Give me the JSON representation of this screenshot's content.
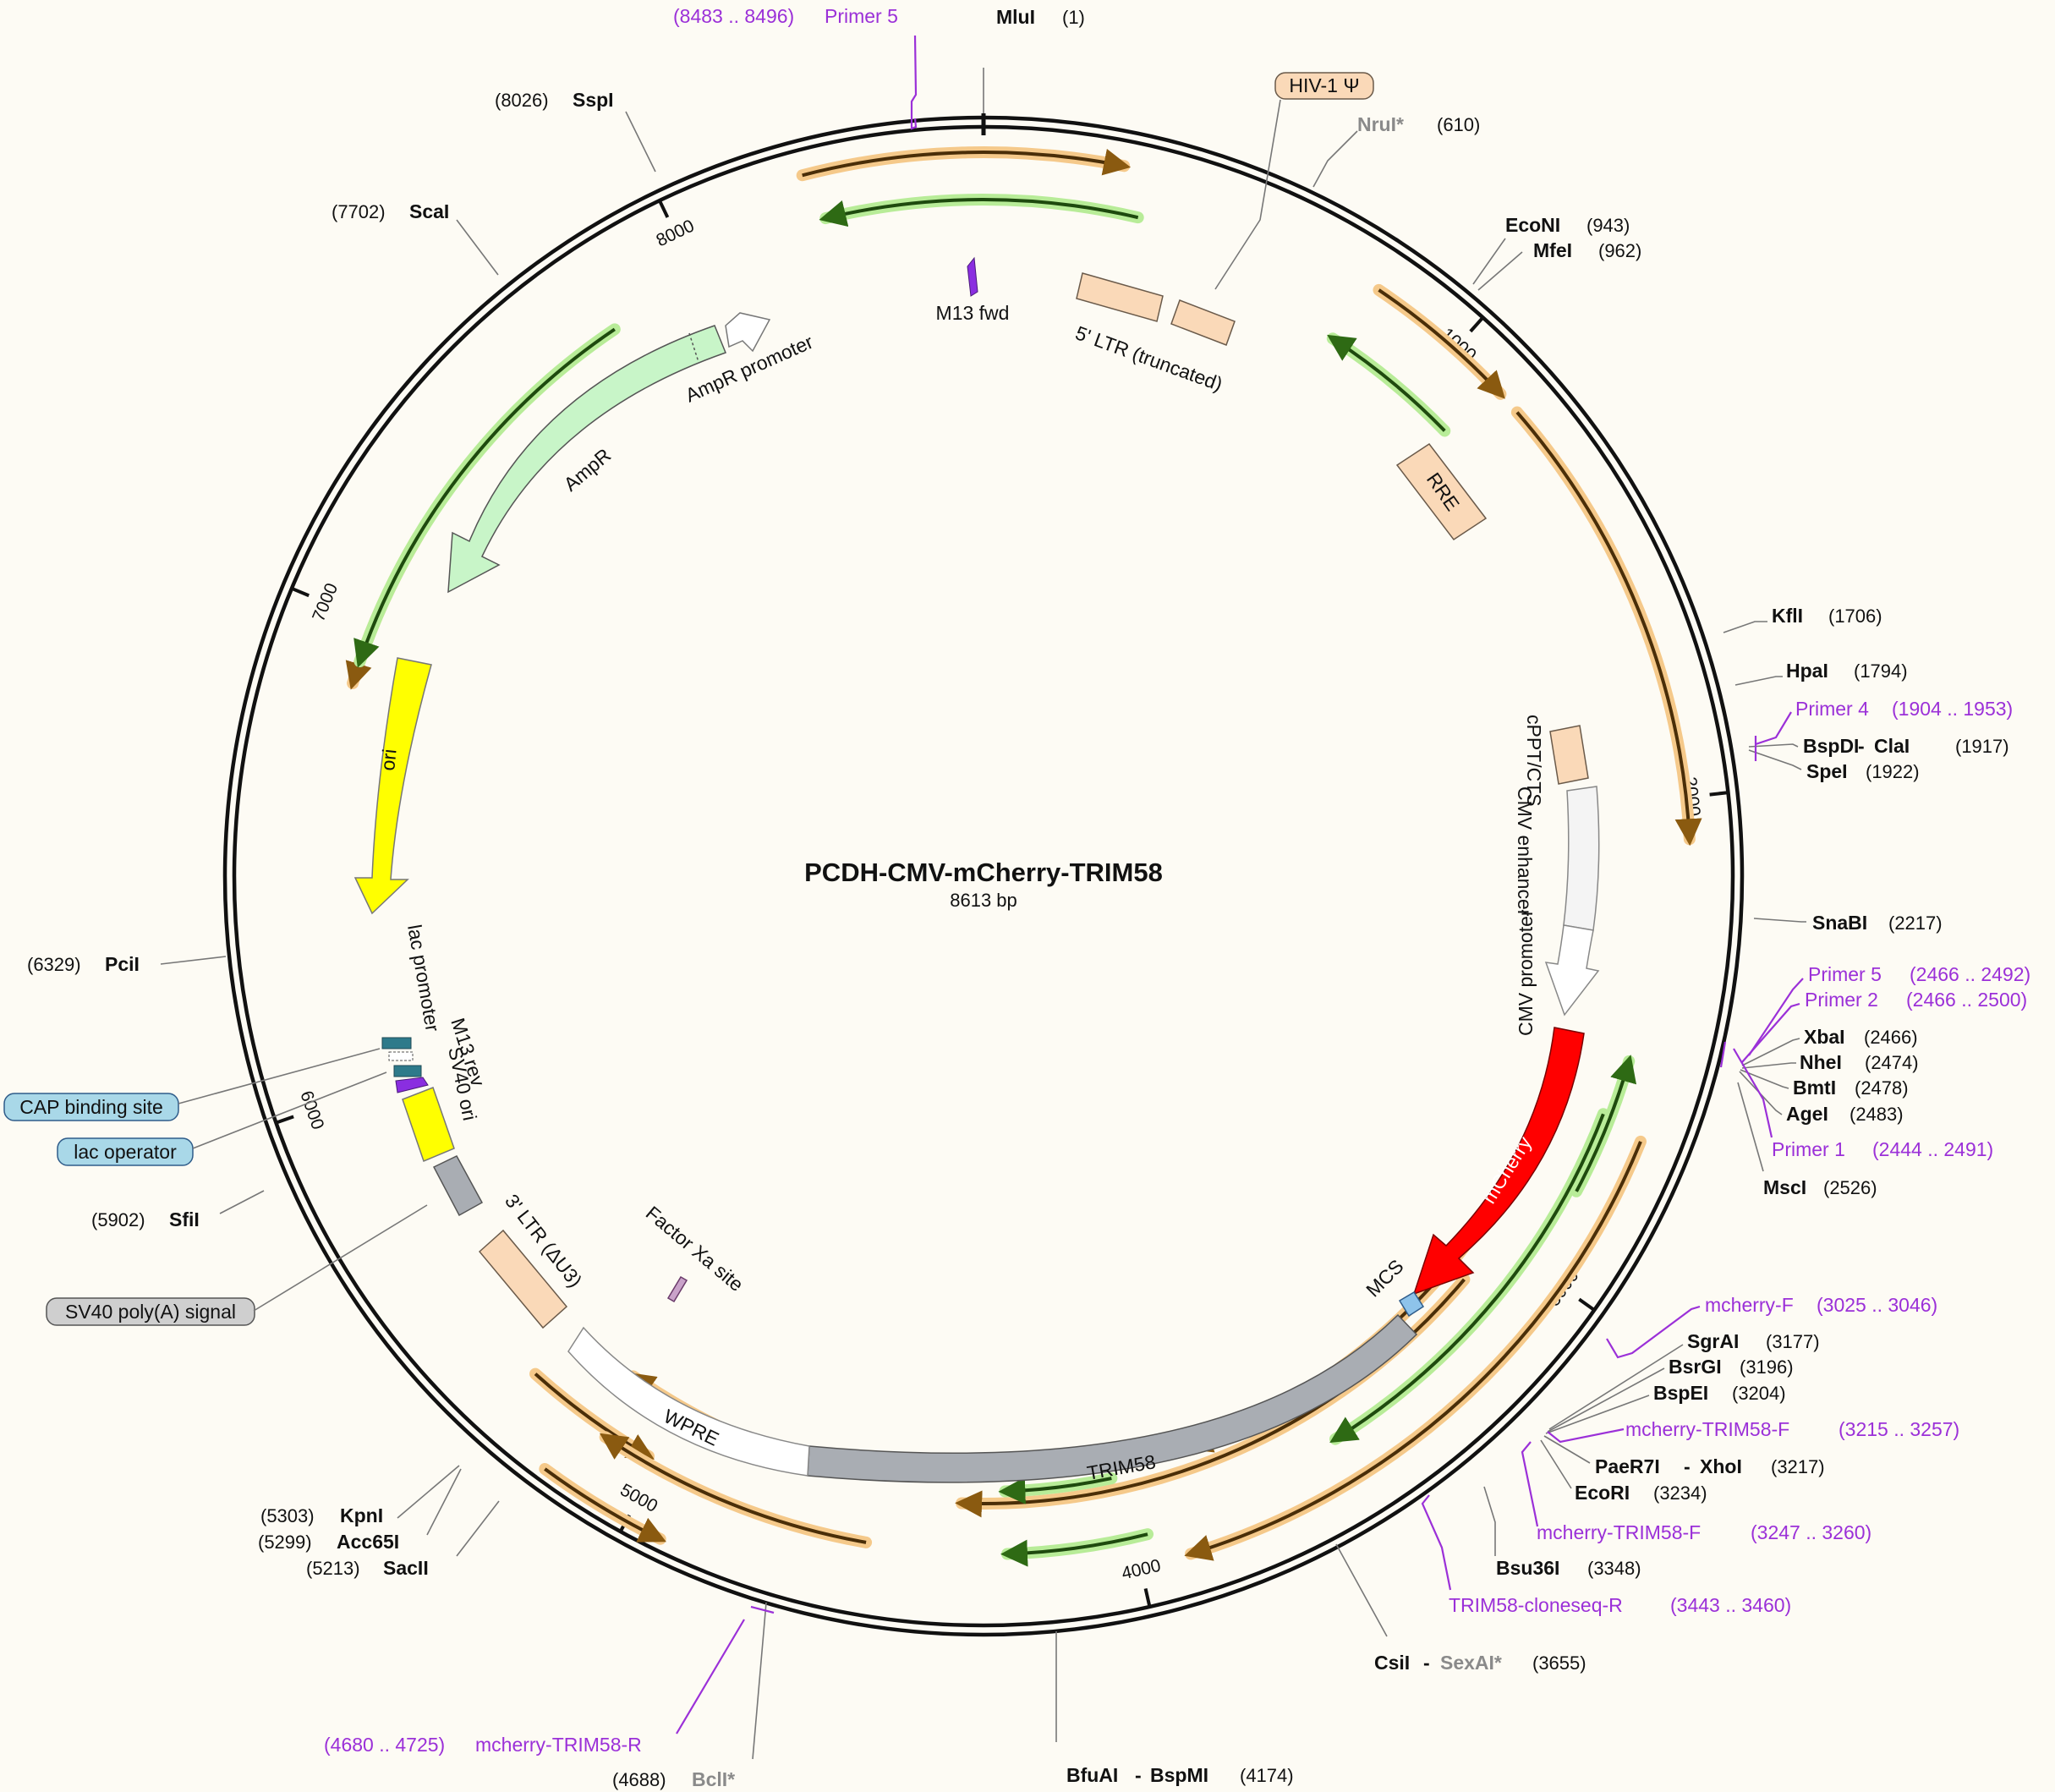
{
  "plasmid": {
    "name": "PCDH-CMV-mCherry-TRIM58",
    "size_label": "8613 bp"
  },
  "ticks": [
    {
      "label": "1000",
      "bp": 1000
    },
    {
      "label": "2000",
      "bp": 2000
    },
    {
      "label": "3000",
      "bp": 3000
    },
    {
      "label": "4000",
      "bp": 4000
    },
    {
      "label": "5000",
      "bp": 5000
    },
    {
      "label": "6000",
      "bp": 6000
    },
    {
      "label": "7000",
      "bp": 7000
    },
    {
      "label": "8000",
      "bp": 8000
    }
  ],
  "sites": [
    {
      "name": "MluI",
      "pos": "(1)"
    },
    {
      "name": "NruI*",
      "pos": "(610)",
      "grey": true
    },
    {
      "name": "EcoNI",
      "pos": "(943)"
    },
    {
      "name": "MfeI",
      "pos": "(962)"
    },
    {
      "name": "KflI",
      "pos": "(1706)"
    },
    {
      "name": "HpaI",
      "pos": "(1794)"
    },
    {
      "name": "BspDI",
      "name2": "ClaI",
      "pos": "(1917)"
    },
    {
      "name": "SpeI",
      "pos": "(1922)"
    },
    {
      "name": "SnaBI",
      "pos": "(2217)"
    },
    {
      "name": "XbaI",
      "pos": "(2466)"
    },
    {
      "name": "NheI",
      "pos": "(2474)"
    },
    {
      "name": "BmtI",
      "pos": "(2478)"
    },
    {
      "name": "AgeI",
      "pos": "(2483)"
    },
    {
      "name": "MscI",
      "pos": "(2526)"
    },
    {
      "name": "SgrAI",
      "pos": "(3177)"
    },
    {
      "name": "BsrGI",
      "pos": "(3196)"
    },
    {
      "name": "BspEI",
      "pos": "(3204)"
    },
    {
      "name": "PaeR7I",
      "name2": "XhoI",
      "pos": "(3217)"
    },
    {
      "name": "EcoRI",
      "pos": "(3234)"
    },
    {
      "name": "Bsu36I",
      "pos": "(3348)"
    },
    {
      "name": "CsiI",
      "name2": "SexAI*",
      "pos": "(3655)"
    },
    {
      "name": "BfuAI",
      "name2": "BspMI",
      "pos": "(4174)"
    },
    {
      "name": "BclI*",
      "pos": "(4688)",
      "grey": true
    },
    {
      "name": "SacII",
      "pos": "(5213)"
    },
    {
      "name": "Acc65I",
      "pos": "(5299)"
    },
    {
      "name": "KpnI",
      "pos": "(5303)"
    },
    {
      "name": "SfiI",
      "pos": "(5902)"
    },
    {
      "name": "PciI",
      "pos": "(6329)"
    },
    {
      "name": "ScaI",
      "pos": "(7702)"
    },
    {
      "name": "SspI",
      "pos": "(8026)"
    }
  ],
  "primers": [
    {
      "name": "Primer 5",
      "range": "(8483 .. 8496)"
    },
    {
      "name": "Primer 4",
      "range": "(1904 .. 1953)"
    },
    {
      "name": "Primer 5",
      "range": "(2466 .. 2492)"
    },
    {
      "name": "Primer 2",
      "range": "(2466 .. 2500)"
    },
    {
      "name": "Primer 1",
      "range": "(2444 .. 2491)"
    },
    {
      "name": "mcherry-F",
      "range": "(3025 .. 3046)"
    },
    {
      "name": "mcherry-TRIM58-F",
      "range": "(3215 .. 3257)"
    },
    {
      "name": "mcherry-TRIM58-F",
      "range": "(3247 .. 3260)"
    },
    {
      "name": "TRIM58-cloneseq-R",
      "range": "(3443 .. 3460)"
    },
    {
      "name": "mcherry-TRIM58-R",
      "range": "(4680 .. 4725)"
    }
  ],
  "features": {
    "hiv_psi": "HIV-1 Ψ",
    "ltr5": "5' LTR (truncated)",
    "rre": "RRE",
    "cppt": "cPPT/CTS",
    "cmv_enh": "CMV enhancer",
    "cmv_prom": "CMV promoter",
    "mcherry": "mCherry",
    "mcs": "MCS",
    "trim58": "TRIM58",
    "wpre": "WPRE",
    "ltr3": "3' LTR (ΔU3)",
    "factor_xa": "Factor Xa site",
    "sv40_ori": "SV40 ori",
    "m13_rev": "M13 rev",
    "lac_promoter": "lac promoter",
    "ori": "ori",
    "ampr": "AmpR",
    "ampr_promoter": "AmpR promoter",
    "m13_fwd": "M13 fwd",
    "cap_binding": "CAP binding site",
    "lac_operator": "lac operator",
    "sv40_polya": "SV40 poly(A) signal"
  },
  "colors": {
    "backbone": "#111111",
    "primer": "#9b30d8",
    "orange_orf": "#f5a23a",
    "green_orf": "#5fc431",
    "ltr": "#fad9b8",
    "ampr": "#c8f5c8",
    "ori": "#ffff00",
    "mcherry": "#ff0000",
    "trim58": "#a9adb3",
    "cap": "#a9d8e8"
  }
}
